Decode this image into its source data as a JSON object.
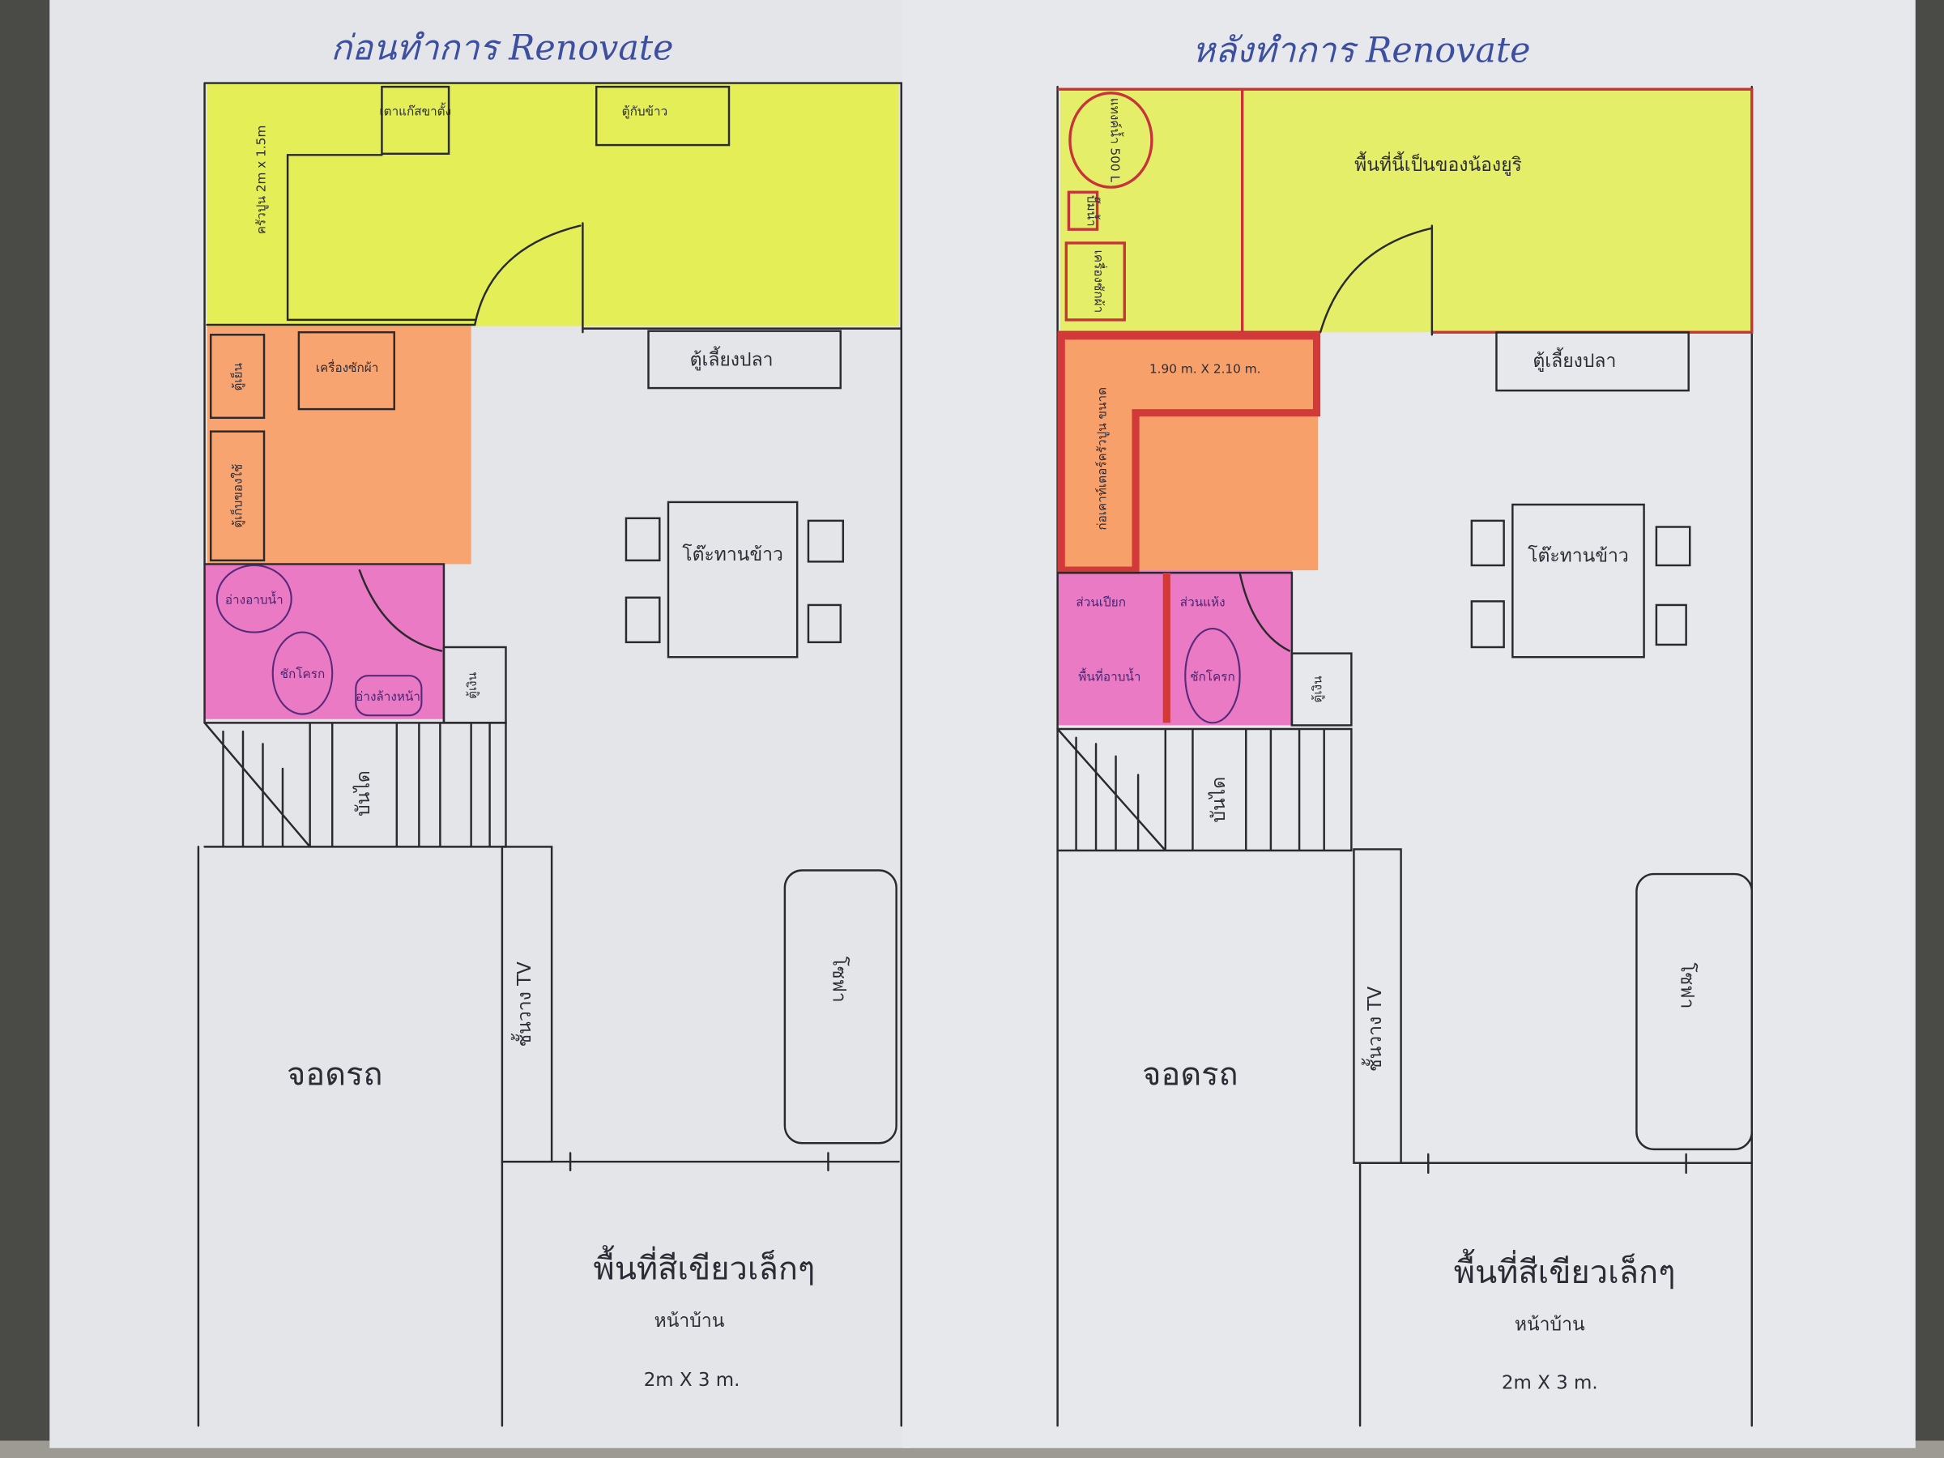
{
  "before": {
    "title": "ก่อนทำการ Renovate",
    "kitchen_label": "ครัวปูน 2m x 1.5m",
    "gas_stove": "เตาแก๊สขาตั้ง",
    "cupboard": "ตู้กับข้าว",
    "fridge": "ตู้เย็น",
    "storage": "ตู้เก็บของใช้",
    "washing_machine": "เครื่องซักผ้า",
    "bathtub": "อ่างอาบน้ำ",
    "toilet": "ชักโครก",
    "sink": "อ่างล้างหน้า",
    "small_cabinet": "ตู้เงิน",
    "stairs": "บันได",
    "fish_tank": "ตู้เลี้ยงปลา",
    "dining_table": "โต๊ะทานข้าว",
    "tv_stand": "ชั้นวาง TV",
    "sofa": "โซฟา",
    "parking": "จอดรถ",
    "green_area": "พื้นที่สีเขียวเล็กๆ",
    "front_yard": "หน้าบ้าน",
    "green_size": "2m X 3 m."
  },
  "after": {
    "title": "หลังทำการ Renovate",
    "water_tank": "แทงค์น้ำ 500 L",
    "water_pump": "ปั๊มน้ำ",
    "washing_machine": "เครื่องซักผ้า",
    "yuri_area": "พื้นที่นี้เป็นของน้องยูริ",
    "counter_size": "1.90 m. X 2.10 m.",
    "counter_label": "ก่อเคาท์เตอร์ครัวปูน ขนาด",
    "wet_zone": "ส่วนเปียก",
    "dry_zone": "ส่วนแห้ง",
    "shower_area": "พื้นที่อาบน้ำ",
    "toilet": "ชักโครก",
    "small_cabinet": "ตู้เงิน",
    "stairs": "บันได",
    "fish_tank": "ตู้เลี้ยงปลา",
    "dining_table": "โต๊ะทานข้าว",
    "tv_stand": "ชั้นวาง TV",
    "sofa": "โซฟา",
    "parking": "จอดรถ",
    "green_area": "พื้นที่สีเขียวเล็กๆ",
    "front_yard": "หน้าบ้าน",
    "green_size": "2m X 3 m."
  },
  "colors": {
    "yellow": "#e4f03c",
    "orange": "#f8a06a",
    "pink": "#ea7ac4",
    "paper": "#e6e7ea",
    "title_ink": "#3d4fa0"
  }
}
